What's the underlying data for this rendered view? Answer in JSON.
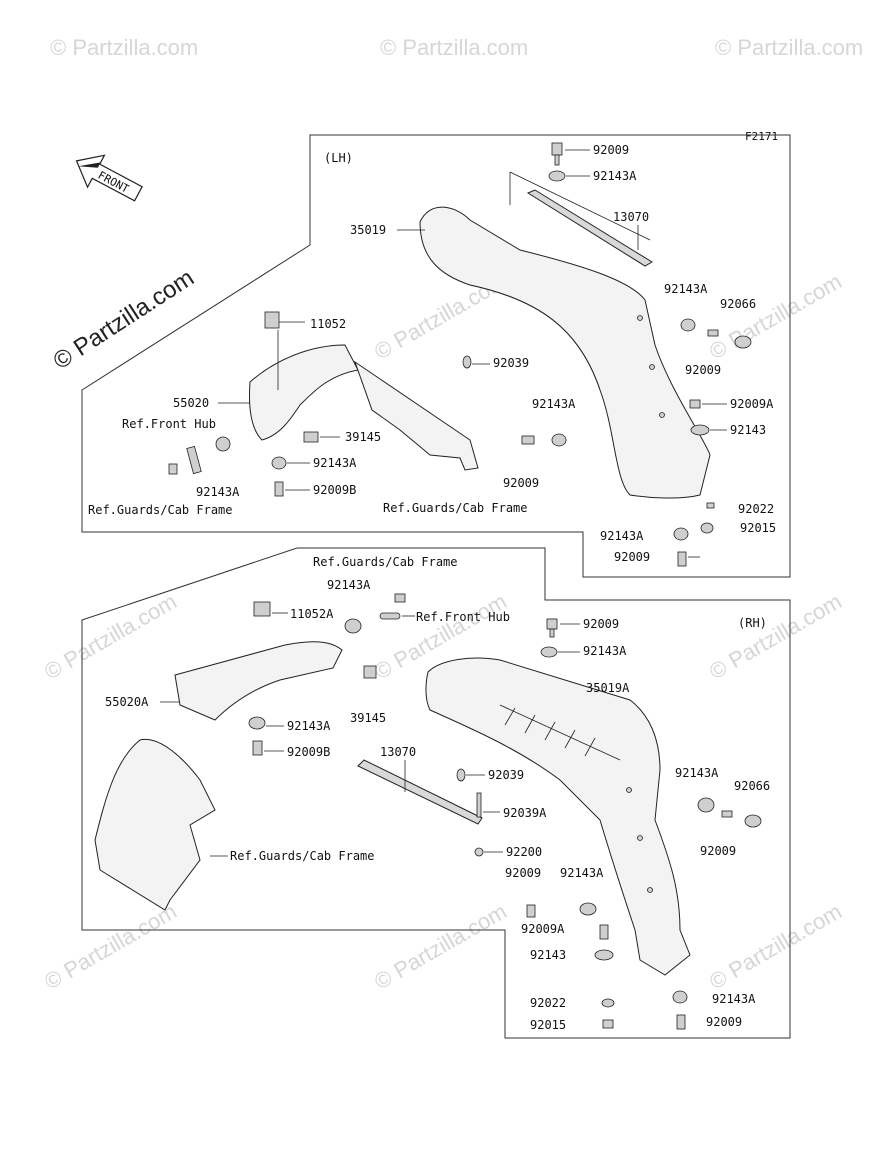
{
  "figure_code": "F2171",
  "front_arrow": {
    "label": "FRONT"
  },
  "watermark": {
    "text": "© Partzilla.com",
    "big_text": "© Partzilla.com"
  },
  "lh": {
    "title": "(LH)",
    "labels": {
      "b92009_top": "92009",
      "w92143A_top": "92143A",
      "p13070": "13070",
      "p35019": "35019",
      "p92143A_r": "92143A",
      "p92066": "92066",
      "p92009_r": "92009",
      "p11052": "11052",
      "p92039": "92039",
      "p55020": "55020",
      "ref_front_hub": "Ref.Front Hub",
      "p39145": "39145",
      "p92143A_mid": "92143A",
      "p92009_mid": "92009",
      "p92009A": "92009A",
      "p92143": "92143",
      "p92143A_l": "92143A",
      "p92143A_b": "92143A",
      "p92009B": "92009B",
      "ref_guards_l": "Ref.Guards/Cab Frame",
      "ref_guards_c": "Ref.Guards/Cab Frame",
      "p92022": "92022",
      "p92143A_bot": "92143A",
      "p92015": "92015",
      "p92009_bot": "92009"
    }
  },
  "rh": {
    "title": "(RH)",
    "labels": {
      "ref_guards_top": "Ref.Guards/Cab Frame",
      "p92143A_top": "92143A",
      "p11052A": "11052A",
      "ref_front_hub": "Ref.Front Hub",
      "p92009_top": "92009",
      "p92143A_top2": "92143A",
      "p35019A": "35019A",
      "p55020A": "55020A",
      "p92143A_l": "92143A",
      "p92009B": "92009B",
      "p39145": "39145",
      "p13070": "13070",
      "p92039": "92039",
      "p92039A": "92039A",
      "p92143A_r": "92143A",
      "p92066": "92066",
      "p92009_r": "92009",
      "ref_guards_bot": "Ref.Guards/Cab Frame",
      "p92200": "92200",
      "p92009_l": "92009",
      "p92143A_m": "92143A",
      "p92009A": "92009A",
      "p92143": "92143",
      "p92022": "92022",
      "p92143A_b": "92143A",
      "p92015": "92015",
      "p92009_b": "92009"
    }
  }
}
